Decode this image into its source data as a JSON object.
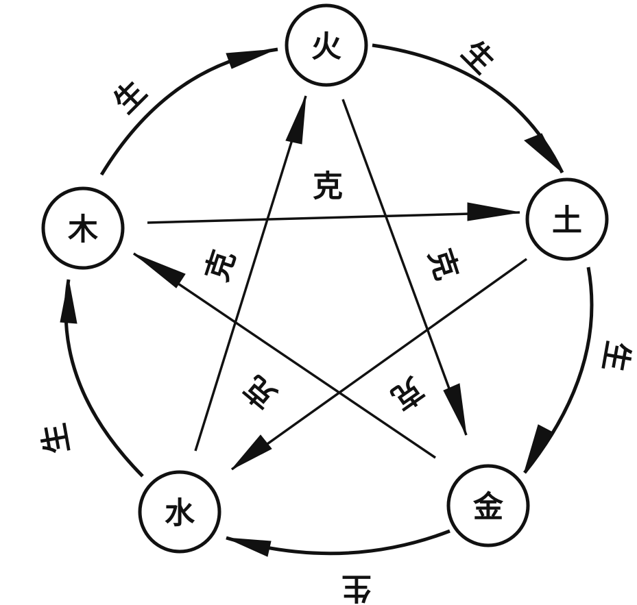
{
  "elements": {
    "fire": "火",
    "earth": "土",
    "metal": "金",
    "water": "水",
    "wood": "木"
  },
  "relations": {
    "generating": "生",
    "overcoming": "克"
  },
  "generating_cycle": [
    {
      "from": "木",
      "to": "火",
      "label": "生"
    },
    {
      "from": "火",
      "to": "土",
      "label": "生"
    },
    {
      "from": "土",
      "to": "金",
      "label": "生"
    },
    {
      "from": "金",
      "to": "水",
      "label": "生"
    },
    {
      "from": "水",
      "to": "木",
      "label": "生"
    }
  ],
  "overcoming_cycle": [
    {
      "from": "木",
      "to": "土",
      "label": "克"
    },
    {
      "from": "土",
      "to": "水",
      "label": "克"
    },
    {
      "from": "水",
      "to": "火",
      "label": "克"
    },
    {
      "from": "火",
      "to": "金",
      "label": "克"
    },
    {
      "from": "金",
      "to": "木",
      "label": "克"
    }
  ]
}
